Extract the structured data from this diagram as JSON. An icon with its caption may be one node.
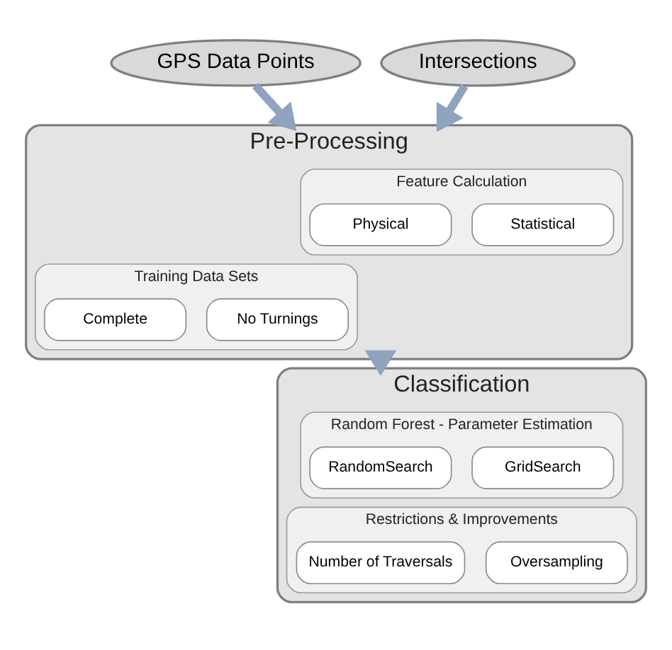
{
  "diagram": {
    "nodes": [
      {
        "text": [
          "GPS Data Points"
        ]
      },
      {
        "text": [
          "Intersections"
        ]
      },
      {
        "text": [
          "Pre-Processing"
        ]
      },
      {
        "text": [
          "Feature Calculation"
        ],
        "in": 2
      },
      {
        "text": [
          "Physical"
        ],
        "in": 3
      },
      {
        "text": [
          "Statistical"
        ],
        "in": 3
      },
      {
        "text": [
          "Training Data Sets"
        ],
        "in": 2
      },
      {
        "text": [
          "Complete"
        ],
        "in": 6
      },
      {
        "text": [
          "No Turnings"
        ],
        "in": 6
      },
      {
        "text": [
          "Classification"
        ]
      },
      {
        "text": [
          "Random Forest - Parameter Estimation"
        ],
        "in": 9
      },
      {
        "text": [
          "RandomSearch"
        ],
        "in": 10
      },
      {
        "text": [
          "GridSearch"
        ],
        "in": 10
      },
      {
        "text": [
          "Restrictions & Improvements"
        ],
        "in": 9
      },
      {
        "text": [
          "Number of Traversals"
        ],
        "in": 13
      },
      {
        "text": [
          "Oversampling"
        ],
        "in": 13
      }
    ],
    "edges": [
      {
        "from": 0,
        "to": 2,
        "arrow": "to"
      },
      {
        "from": 1,
        "to": 2,
        "arrow": "to"
      },
      {
        "from": 2,
        "to": 9,
        "arrow": "to"
      }
    ]
  }
}
